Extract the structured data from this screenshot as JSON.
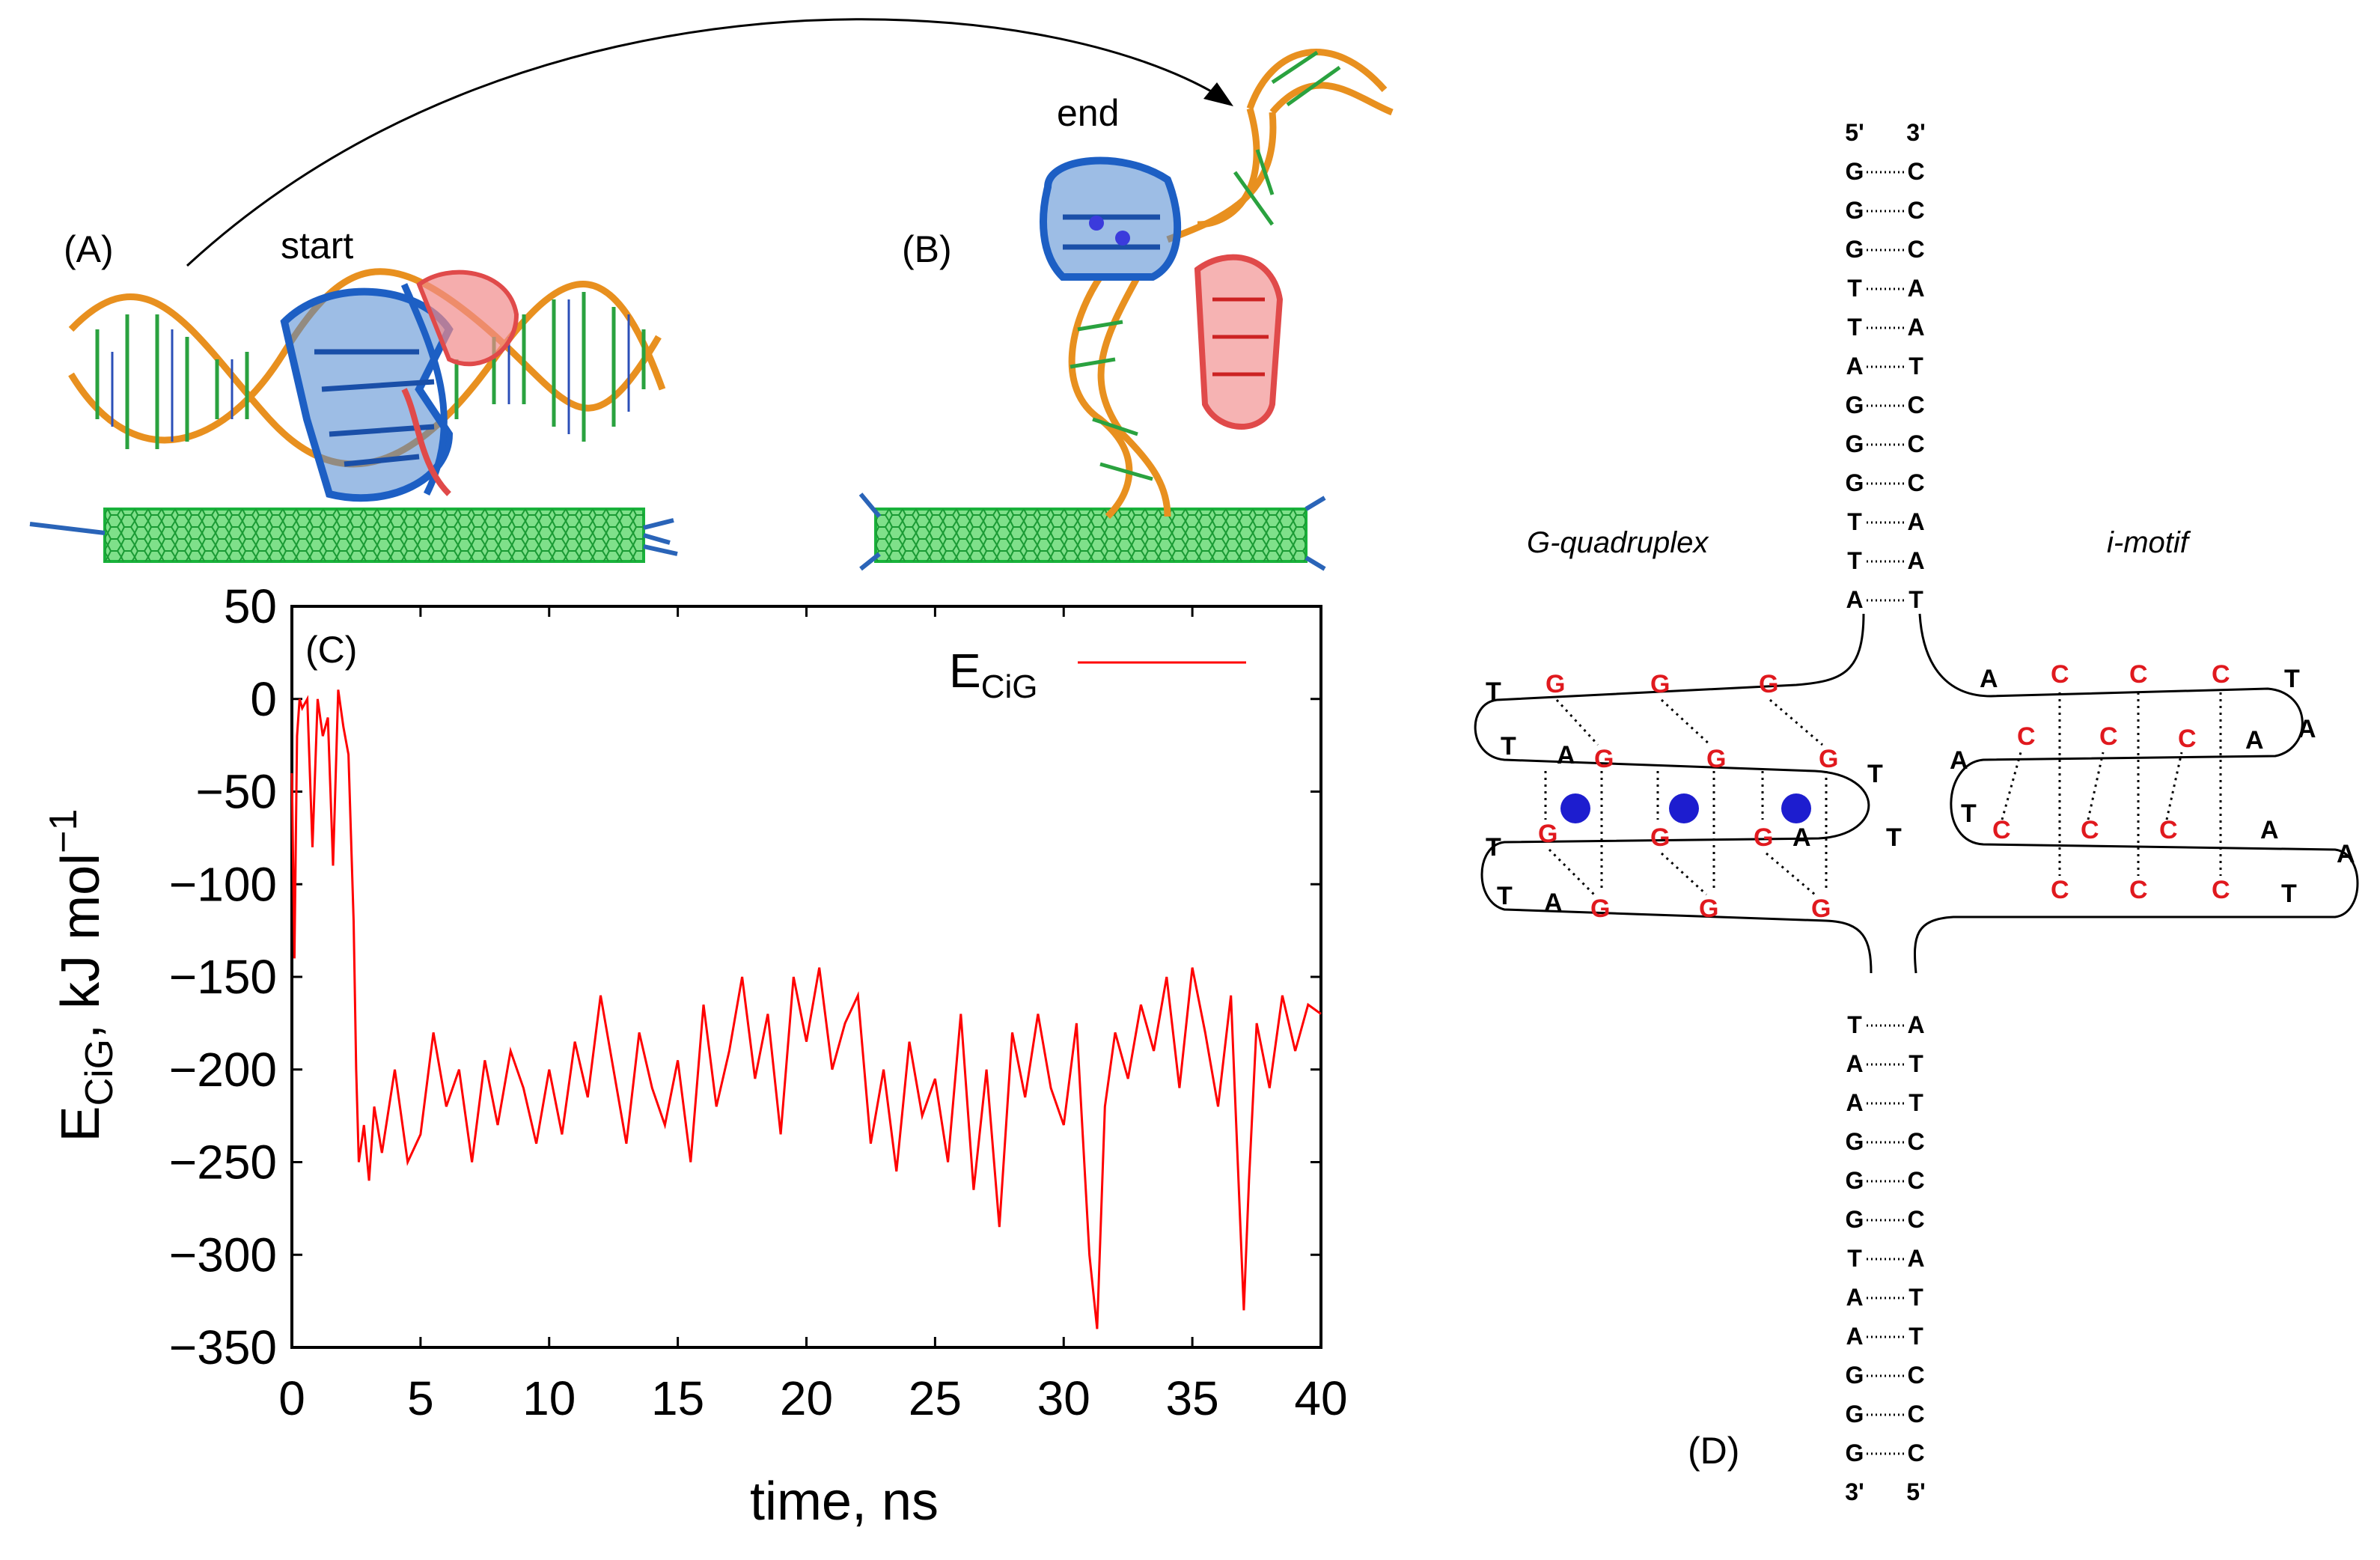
{
  "panels": {
    "a": "(A)",
    "a_caption": "start",
    "b": "(B)",
    "b_caption": "end",
    "c": "(C)",
    "d": "(D)"
  },
  "chart_data": {
    "type": "line",
    "xlabel": "time, ns",
    "ylabel_main": "E",
    "ylabel_sub": "CiG",
    "ylabel_rest": ", kJ mol",
    "ylabel_sup": "−1",
    "xlim": [
      0,
      40
    ],
    "ylim": [
      -350,
      50
    ],
    "xticks": [
      "0",
      "5",
      "10",
      "15",
      "20",
      "25",
      "30",
      "35",
      "40"
    ],
    "yticks": [
      "50",
      "0",
      "−50",
      "−100",
      "−150",
      "−200",
      "−250",
      "−300",
      "−350"
    ],
    "grid": false,
    "legend": "top-right",
    "series": [
      {
        "name_main": "E",
        "name_sub": "CiG",
        "color": "#ff0000",
        "x": [
          0.0,
          0.1,
          0.2,
          0.3,
          0.4,
          0.6,
          0.8,
          1.0,
          1.2,
          1.4,
          1.6,
          1.8,
          2.0,
          2.2,
          2.4,
          2.5,
          2.6,
          2.8,
          3.0,
          3.2,
          3.5,
          4.0,
          4.5,
          5.0,
          5.5,
          6.0,
          6.5,
          7.0,
          7.5,
          8.0,
          8.5,
          9.0,
          9.5,
          10.0,
          10.5,
          11.0,
          11.5,
          12.0,
          12.5,
          13.0,
          13.5,
          14.0,
          14.5,
          15.0,
          15.5,
          16.0,
          16.5,
          17.0,
          17.5,
          18.0,
          18.5,
          19.0,
          19.5,
          20.0,
          20.5,
          21.0,
          21.5,
          22.0,
          22.5,
          23.0,
          23.5,
          24.0,
          24.5,
          25.0,
          25.5,
          26.0,
          26.5,
          27.0,
          27.5,
          28.0,
          28.5,
          29.0,
          29.5,
          30.0,
          30.5,
          31.0,
          31.3,
          31.6,
          32.0,
          32.5,
          33.0,
          33.5,
          34.0,
          34.5,
          35.0,
          35.5,
          36.0,
          36.5,
          37.0,
          37.2,
          37.5,
          38.0,
          38.5,
          39.0,
          39.5,
          40.0
        ],
        "y": [
          -40,
          -140,
          -20,
          0,
          -5,
          0,
          -80,
          0,
          -20,
          -10,
          -90,
          5,
          -15,
          -30,
          -120,
          -200,
          -250,
          -230,
          -260,
          -220,
          -245,
          -200,
          -250,
          -235,
          -180,
          -220,
          -200,
          -250,
          -195,
          -230,
          -190,
          -210,
          -240,
          -200,
          -235,
          -185,
          -215,
          -160,
          -200,
          -240,
          -180,
          -210,
          -230,
          -195,
          -250,
          -165,
          -220,
          -190,
          -150,
          -205,
          -170,
          -235,
          -150,
          -185,
          -145,
          -200,
          -175,
          -160,
          -240,
          -200,
          -255,
          -185,
          -225,
          -205,
          -250,
          -170,
          -265,
          -200,
          -285,
          -180,
          -215,
          -170,
          -210,
          -230,
          -175,
          -300,
          -340,
          -220,
          -180,
          -205,
          -165,
          -190,
          -150,
          -210,
          -145,
          -180,
          -220,
          -160,
          -330,
          -260,
          -175,
          -210,
          -160,
          -190,
          -165,
          -170
        ]
      }
    ]
  },
  "diagram_d": {
    "top_ends": [
      "5'",
      "3'"
    ],
    "top_pairs": [
      [
        "G",
        "C"
      ],
      [
        "G",
        "C"
      ],
      [
        "G",
        "C"
      ],
      [
        "T",
        "A"
      ],
      [
        "T",
        "A"
      ],
      [
        "A",
        "T"
      ],
      [
        "G",
        "C"
      ],
      [
        "G",
        "C"
      ],
      [
        "G",
        "C"
      ],
      [
        "T",
        "A"
      ],
      [
        "T",
        "A"
      ],
      [
        "A",
        "T"
      ]
    ],
    "bottom_pairs": [
      [
        "T",
        "A"
      ],
      [
        "A",
        "T"
      ],
      [
        "A",
        "T"
      ],
      [
        "G",
        "C"
      ],
      [
        "G",
        "C"
      ],
      [
        "G",
        "C"
      ],
      [
        "T",
        "A"
      ],
      [
        "A",
        "T"
      ],
      [
        "A",
        "T"
      ],
      [
        "G",
        "C"
      ],
      [
        "G",
        "C"
      ],
      [
        "G",
        "C"
      ]
    ],
    "bottom_ends": [
      "3'",
      "5'"
    ],
    "left_label": "G-quadruplex",
    "right_label": "i-motif",
    "g4": {
      "row1": [
        "T",
        "G",
        "G",
        "G"
      ],
      "row2": [
        "T",
        "A",
        "G",
        "G",
        "G",
        "T"
      ],
      "row3": [
        "T",
        "G",
        "G",
        "G",
        "A",
        "T"
      ],
      "row4": [
        "T",
        "A",
        "G",
        "G",
        "G"
      ]
    },
    "im": {
      "row1": [
        "A",
        "C",
        "C",
        "C",
        "T"
      ],
      "row2": [
        "A",
        "C",
        "C",
        "C",
        "A",
        "A"
      ],
      "row3": [
        "T",
        "C",
        "C",
        "C",
        "A",
        "A"
      ],
      "row4": [
        "C",
        "C",
        "C",
        "T"
      ]
    },
    "colors": {
      "red": "#e0191e",
      "ion": "#1d1dcf"
    }
  }
}
